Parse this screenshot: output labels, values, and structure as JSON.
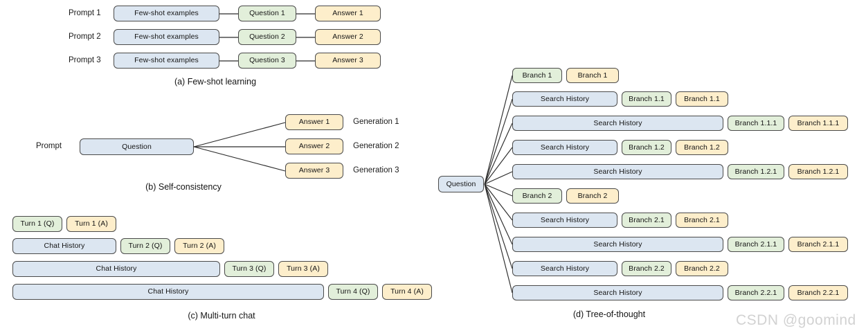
{
  "figure": {
    "watermark": "CSDN @goomind",
    "colors": {
      "blue_fill": "#dce6f1",
      "green_fill": "#e2efda",
      "yellow_fill": "#fdeecb",
      "border": "#4a4a4a",
      "text": "#141414",
      "background": "#ffffff",
      "connector": "#2b2b2b",
      "watermark": "#d2d2d2"
    }
  },
  "panel_a": {
    "caption": "(a) Few-shot learning",
    "rows": [
      {
        "prompt_label": "Prompt 1",
        "context": "Few-shot examples",
        "question": "Question 1",
        "answer": "Answer 1"
      },
      {
        "prompt_label": "Prompt 2",
        "context": "Few-shot examples",
        "question": "Question 2",
        "answer": "Answer 2"
      },
      {
        "prompt_label": "Prompt 3",
        "context": "Few-shot examples",
        "question": "Question 3",
        "answer": "Answer 3"
      }
    ]
  },
  "panel_b": {
    "caption": "(b) Self-consistency",
    "prompt_label": "Prompt",
    "question": "Question",
    "generations": [
      {
        "answer": "Answer 1",
        "generation_label": "Generation 1"
      },
      {
        "answer": "Answer 2",
        "generation_label": "Generation 2"
      },
      {
        "answer": "Answer 3",
        "generation_label": "Generation 3"
      }
    ]
  },
  "panel_c": {
    "caption": "(c) Multi-turn chat",
    "history_label": "Chat History",
    "rows": [
      {
        "has_history": false,
        "question": "Turn 1 (Q)",
        "answer": "Turn 1 (A)"
      },
      {
        "has_history": true,
        "question": "Turn 2 (Q)",
        "answer": "Turn 2 (A)"
      },
      {
        "has_history": true,
        "question": "Turn 3 (Q)",
        "answer": "Turn 3 (A)"
      },
      {
        "has_history": true,
        "question": "Turn 4 (Q)",
        "answer": "Turn 4 (A)"
      }
    ]
  },
  "panel_d": {
    "caption": "(d) Tree-of-thought",
    "root": "Question",
    "history_label": "Search History",
    "rows": [
      {
        "has_history": false,
        "green": "Branch 1",
        "yellow": "Branch 1"
      },
      {
        "has_history": true,
        "green": "Branch 1.1",
        "yellow": "Branch 1.1"
      },
      {
        "has_history": true,
        "green": "Branch 1.1.1",
        "yellow": "Branch 1.1.1"
      },
      {
        "has_history": true,
        "green": "Branch 1.2",
        "yellow": "Branch 1.2"
      },
      {
        "has_history": true,
        "green": "Branch 1.2.1",
        "yellow": "Branch 1.2.1"
      },
      {
        "has_history": false,
        "green": "Branch 2",
        "yellow": "Branch 2"
      },
      {
        "has_history": true,
        "green": "Branch 2.1",
        "yellow": "Branch 2.1"
      },
      {
        "has_history": true,
        "green": "Branch 2.1.1",
        "yellow": "Branch 2.1.1"
      },
      {
        "has_history": true,
        "green": "Branch 2.2",
        "yellow": "Branch 2.2"
      },
      {
        "has_history": true,
        "green": "Branch 2.2.1",
        "yellow": "Branch 2.2.1"
      }
    ]
  }
}
